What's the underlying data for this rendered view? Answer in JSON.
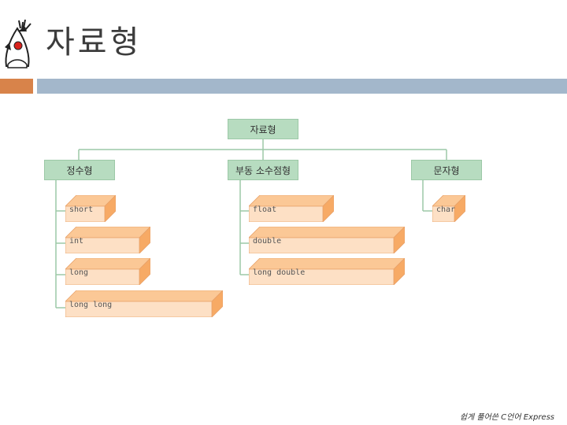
{
  "slide": {
    "title": "자료형",
    "footer": "쉽게 풀어쓴 C언어 Express"
  },
  "diagram": {
    "root": "자료형",
    "categories": [
      {
        "label": "정수형",
        "types": [
          "short",
          "int",
          "long",
          "long long"
        ]
      },
      {
        "label": "부동 소수점형",
        "types": [
          "float",
          "double",
          "long double"
        ]
      },
      {
        "label": "문자형",
        "types": [
          "char"
        ]
      }
    ]
  },
  "colors": {
    "accent_orange": "#d8834a",
    "accent_blue": "#a3b7cb",
    "node_green": "#b7dcc0",
    "cube_front": "#fde0c5",
    "cube_top": "#fbc896",
    "cube_side": "#f7aa65"
  }
}
